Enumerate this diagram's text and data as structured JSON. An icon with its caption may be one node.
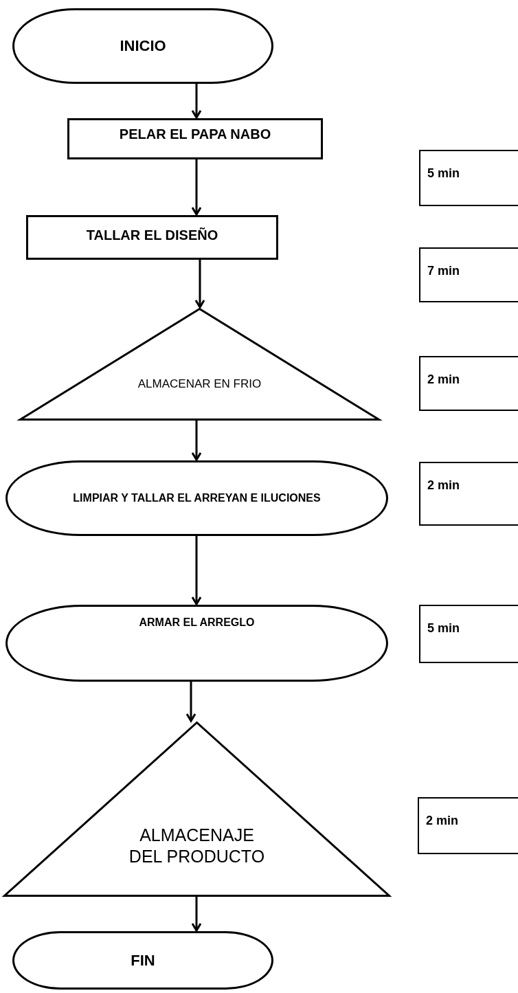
{
  "diagram": {
    "nodes": [
      {
        "text": [
          "INICIO"
        ]
      },
      {
        "text": [
          "PELAR EL PAPA NABO"
        ]
      },
      {
        "text": [
          "TALLAR EL DISEÑO"
        ]
      },
      {
        "text": [
          "ALMACENAR EN FRIO"
        ]
      },
      {
        "text": [
          "LIMPIAR Y TALLAR EL ARREYAN E ILUCIONES"
        ]
      },
      {
        "text": [
          "ARMAR EL ARREGLO"
        ]
      },
      {
        "text": [
          "ALMACENAJE DEL PRODUCTO"
        ]
      },
      {
        "text": [
          "FIN"
        ]
      },
      {
        "text": [
          "5 min"
        ]
      },
      {
        "text": [
          "7 min"
        ]
      },
      {
        "text": [
          "2 min"
        ]
      },
      {
        "text": [
          "2 min"
        ]
      },
      {
        "text": [
          "5 min"
        ]
      },
      {
        "text": [
          "2 min"
        ]
      }
    ],
    "edges": [
      {
        "from": 0,
        "to": 1,
        "arrow": "to"
      },
      {
        "from": 1,
        "to": 2,
        "arrow": "to"
      },
      {
        "from": 2,
        "to": 3,
        "arrow": "to"
      },
      {
        "from": 3,
        "to": 4,
        "arrow": "to"
      },
      {
        "from": 4,
        "to": 5,
        "arrow": "to"
      },
      {
        "from": 5,
        "to": 6,
        "arrow": "to"
      },
      {
        "from": 6,
        "to": 7,
        "arrow": "to"
      }
    ]
  }
}
